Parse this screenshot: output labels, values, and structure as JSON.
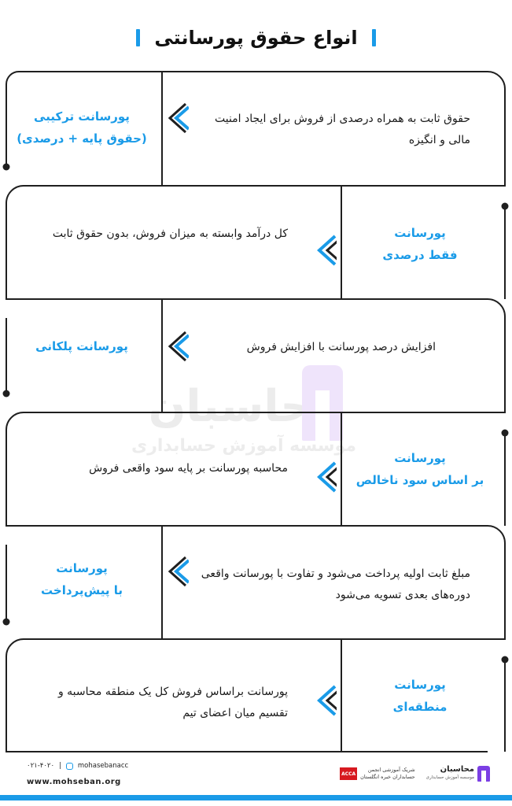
{
  "page": {
    "title": "انواع حقوق پورسانتی"
  },
  "rows": [
    {
      "name_lines": [
        "پورسانت ترکیبی",
        "(حقوق پایه + درصدی)"
      ],
      "description": "حقوق ثابت به همراه درصدی از فروش برای ایجاد امنیت مالی و انگیزه"
    },
    {
      "name_lines": [
        "پورسانت",
        "فقط درصدی"
      ],
      "description": "کل درآمد وابسته به میزان فروش، بدون حقوق ثابت"
    },
    {
      "name_lines": [
        "پورسانت پلکانی"
      ],
      "description": "افزایش درصد پورسانت با افزایش فروش"
    },
    {
      "name_lines": [
        "پورسانت",
        "بر اساس سود ناخالص"
      ],
      "description": "محاسبه پورسانت بر پایه سود واقعی فروش"
    },
    {
      "name_lines": [
        "پورسانت",
        "با پیش‌پرداخت"
      ],
      "description": "مبلغ ثابت اولیه پرداخت می‌شود و تفاوت با پورسانت واقعی دوره‌های بعدی تسویه می‌شود"
    },
    {
      "name_lines": [
        "پورسانت",
        "منطقه‌ای"
      ],
      "description": "پورسانت براساس فروش کل یک منطقه محاسبه و تقسیم میان اعضای تیم"
    }
  ],
  "watermark": {
    "brand": "محاسبان",
    "subtitle": "موسسه آموزش حسابداری"
  },
  "footer": {
    "phone": "۰۲۱-۴۰۲۰",
    "instagram": "mohasebanacc",
    "website": "www.mohseban.org",
    "acca_badge": "ACCA",
    "acca_text_line1": "شریک آموزشی انجمن",
    "acca_text_line2": "حسابداران خبره انگلستان",
    "logo_name": "محاسبان",
    "logo_tagline": "موسسه آموزش حسابداری"
  },
  "colors": {
    "accent": "#1a9be8",
    "text": "#1a1a1a",
    "watermark": "#eeeeee",
    "logo": "#7b3fe4"
  }
}
